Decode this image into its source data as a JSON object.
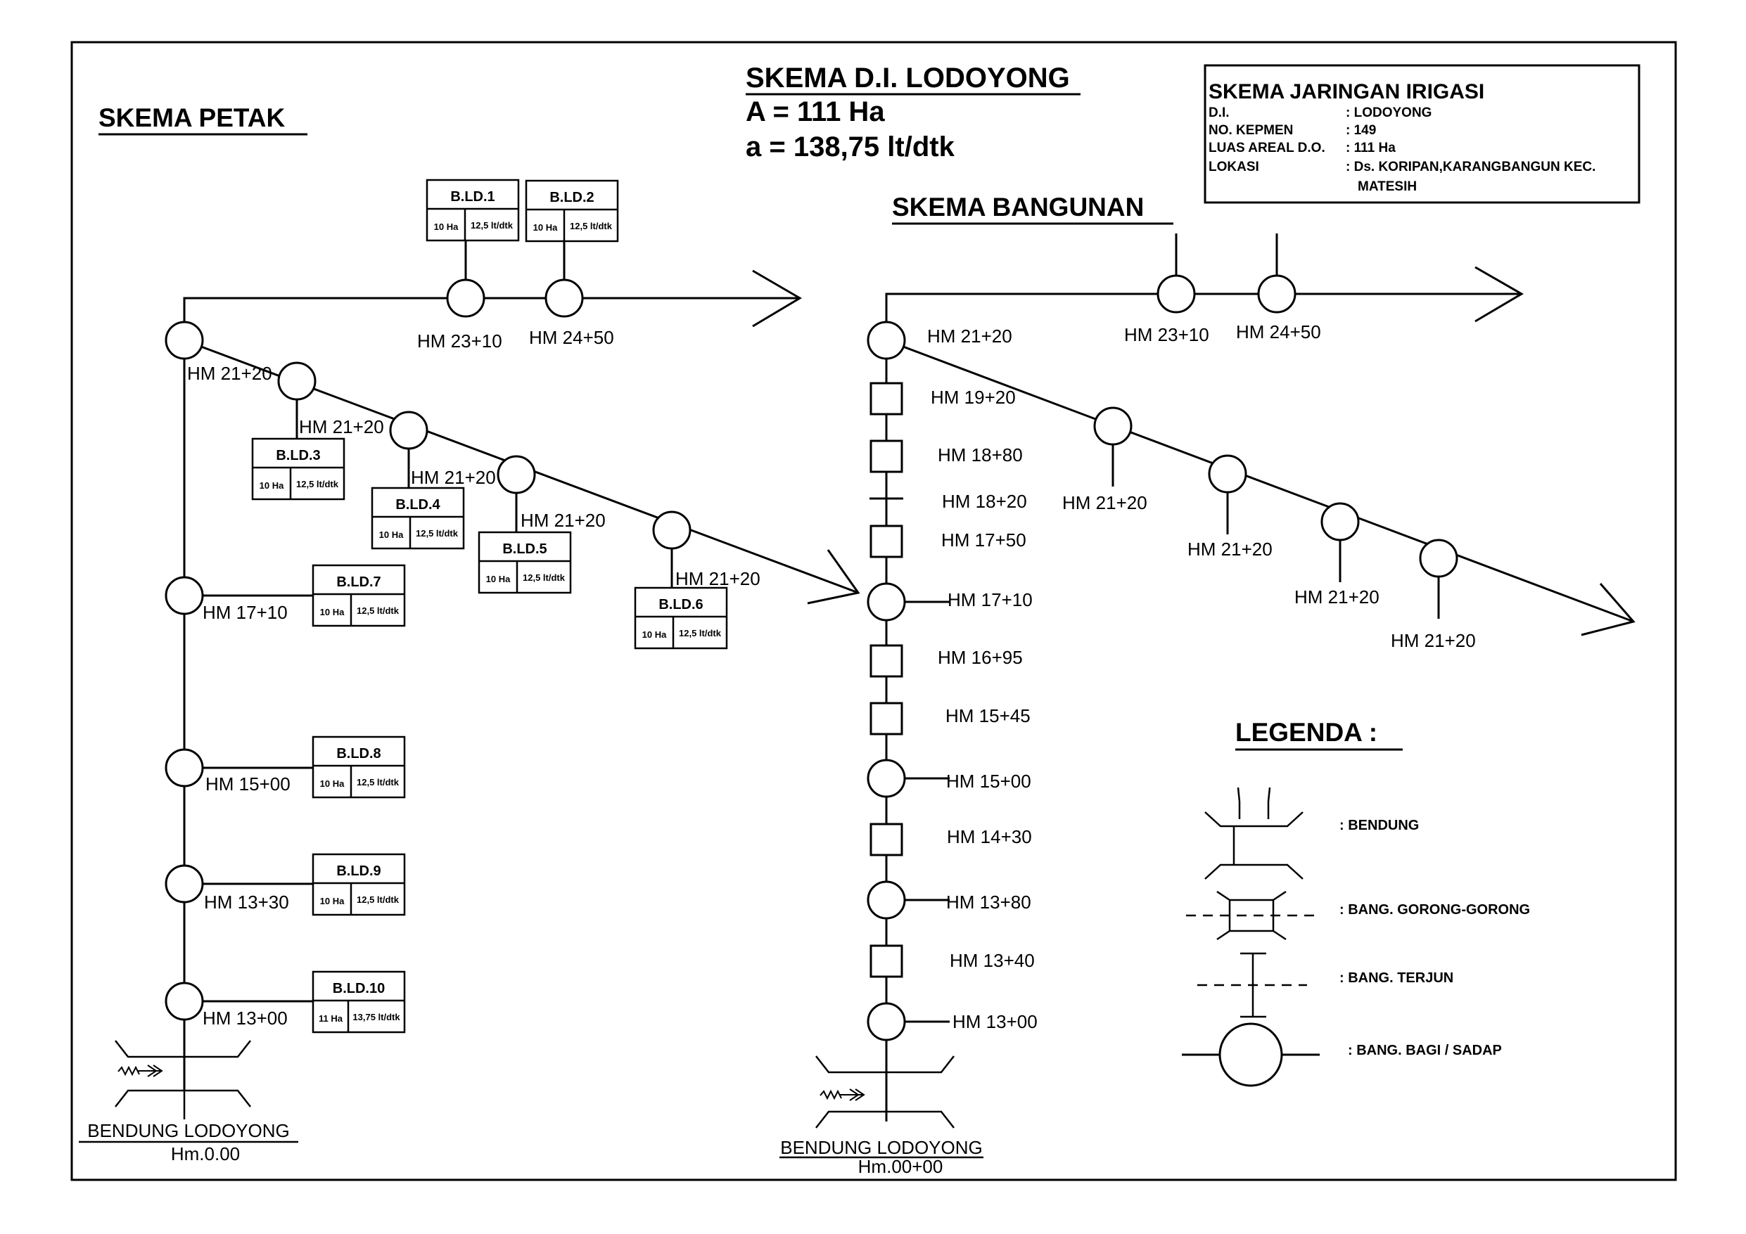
{
  "title": {
    "main": "SKEMA D.I. LODOYONG",
    "area": "A = 111 Ha",
    "discharge": "a  = 138,75 lt/dtk"
  },
  "info_box": {
    "heading": "SKEMA JARINGAN IRIGASI",
    "rows": [
      {
        "key": "D.I.",
        "value": ": LODOYONG"
      },
      {
        "key": "NO. KEPMEN",
        "value": ": 149"
      },
      {
        "key": "LUAS AREAL D.O.",
        "value": ": 111 Ha"
      },
      {
        "key": "LOKASI",
        "value": ": Ds. KORIPAN,KARANGBANGUN KEC."
      }
    ],
    "location_cont": "MATESIH"
  },
  "skema_petak": {
    "heading": "SKEMA PETAK",
    "nodes": {
      "hm_2310": "HM 23+10",
      "hm_2450": "HM 24+50",
      "hm_2120_a": "HM 21+20",
      "hm_2120_b": "HM 21+20",
      "hm_2120_c": "HM 21+20",
      "hm_2120_d": "HM 21+20",
      "hm_2120_e": "HM 21+20",
      "hm_1710": "HM 17+10",
      "hm_1500": "HM 15+00",
      "hm_1330": "HM 13+30",
      "hm_1300": "HM 13+00"
    },
    "blocks": [
      {
        "name": "B.LD.1",
        "area": "10 Ha",
        "flow": "12,5 lt/dtk"
      },
      {
        "name": "B.LD.2",
        "area": "10 Ha",
        "flow": "12,5 lt/dtk"
      },
      {
        "name": "B.LD.3",
        "area": "10 Ha",
        "flow": "12,5 lt/dtk"
      },
      {
        "name": "B.LD.4",
        "area": "10 Ha",
        "flow": "12,5 lt/dtk"
      },
      {
        "name": "B.LD.5",
        "area": "10 Ha",
        "flow": "12,5 lt/dtk"
      },
      {
        "name": "B.LD.6",
        "area": "10 Ha",
        "flow": "12,5 lt/dtk"
      },
      {
        "name": "B.LD.7",
        "area": "10 Ha",
        "flow": "12,5 lt/dtk"
      },
      {
        "name": "B.LD.8",
        "area": "10 Ha",
        "flow": "12,5 lt/dtk"
      },
      {
        "name": "B.LD.9",
        "area": "10 Ha",
        "flow": "12,5 lt/dtk"
      },
      {
        "name": "B.LD.10",
        "area": "11 Ha",
        "flow": "13,75 lt/dtk"
      }
    ],
    "weir_name": "BENDUNG LODOYONG",
    "weir_hm": "Hm.0.00"
  },
  "skema_bangunan": {
    "heading": "SKEMA BANGUNAN",
    "labels": {
      "hm_2120_top": "HM 21+20",
      "hm_2310": "HM 23+10",
      "hm_2450": "HM 24+50",
      "hm_1920": "HM 19+20",
      "hm_1880": "HM 18+80",
      "hm_1820": "HM 18+20",
      "hm_1750": "HM 17+50",
      "hm_1710": "HM 17+10",
      "hm_1695": "HM 16+95",
      "hm_1545": "HM 15+45",
      "hm_1500": "HM 15+00",
      "hm_1430": "HM 14+30",
      "hm_1380": "HM 13+80",
      "hm_1340": "HM 13+40",
      "hm_1300": "HM 13+00",
      "diag_1": "HM 21+20",
      "diag_2": "HM 21+20",
      "diag_3": "HM 21+20",
      "diag_4": "HM 21+20"
    },
    "weir_name": "BENDUNG LODOYONG",
    "weir_hm": "Hm.00+00"
  },
  "legend": {
    "heading": "LEGENDA  :",
    "items": [
      {
        "label": ": BENDUNG",
        "icon": "weir-icon"
      },
      {
        "label": ": BANG. GORONG-GORONG",
        "icon": "culvert-icon"
      },
      {
        "label": ": BANG. TERJUN",
        "icon": "drop-structure-icon"
      },
      {
        "label": ": BANG. BAGI / SADAP",
        "icon": "division-structure-icon"
      }
    ]
  }
}
